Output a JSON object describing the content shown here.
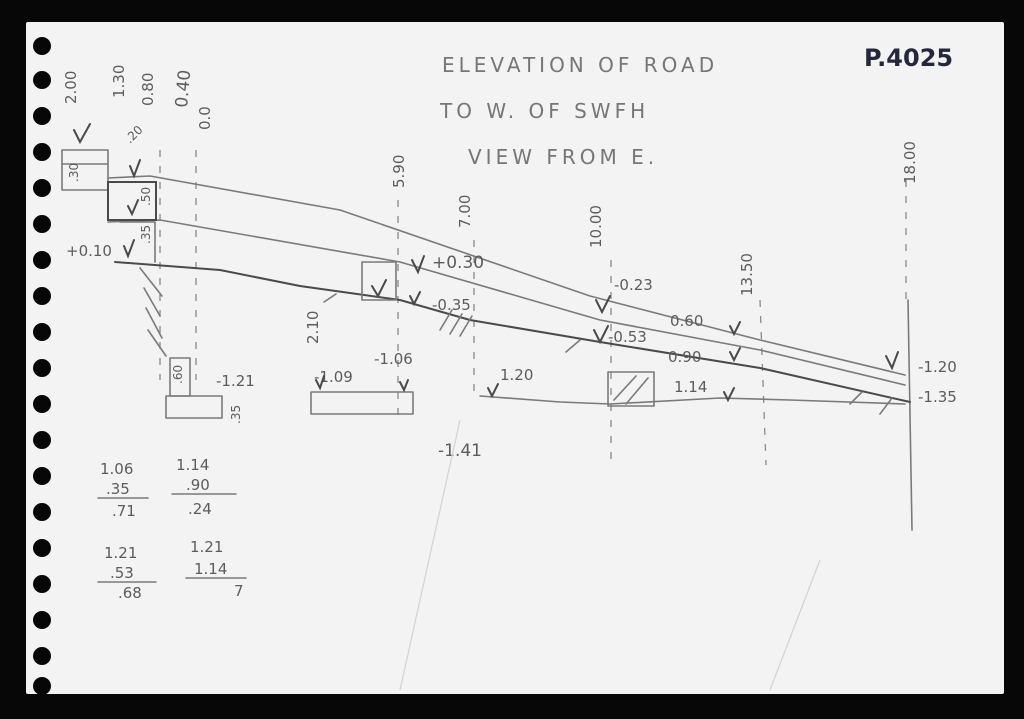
{
  "sheet": {
    "title_lines": [
      "ELEVATION OF ROAD",
      "TO W. OF SWFH",
      "VIEW FROM E."
    ],
    "page_ref": "P.4025"
  },
  "stations": [
    "2.00",
    "1.30",
    "0.80",
    "0.40",
    "0.0",
    "5.90",
    "7.00",
    "10.00",
    "13.50",
    "18.00",
    "2.10"
  ],
  "elevations": [
    "+0.10",
    "+0.30",
    "-0.35",
    "-0.23",
    "-0.53",
    "0.60",
    "0.90",
    "1.14",
    "-1.20",
    "-1.35",
    "-1.21",
    "-1.09",
    "-1.06",
    "1.20",
    "-1.41",
    ".35",
    ".50",
    ".30",
    ".20",
    ".60",
    ".35"
  ],
  "calculations": [
    {
      "a": "1.06",
      "b": ".35",
      "result": ".71"
    },
    {
      "a": "1.14",
      "b": ".90",
      "result": ".24"
    },
    {
      "a": "1.21",
      "b": ".53",
      "result": ".68"
    },
    {
      "a": "1.21",
      "b": "1.14",
      "result": "7"
    }
  ]
}
